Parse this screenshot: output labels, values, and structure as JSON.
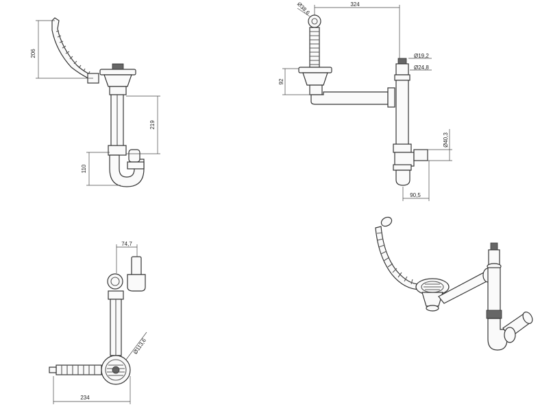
{
  "front_view": {
    "dim_hose_height": "206",
    "dim_pipe_length": "219",
    "dim_trap_height": "110"
  },
  "side_view": {
    "dim_horizontal": "324",
    "dim_hose_diameter": "Ø38,6",
    "dim_overflow_inner": "Ø19,2",
    "dim_overflow_outer": "Ø24,8",
    "dim_basket_height": "92",
    "dim_outlet_diameter": "Ø40,3",
    "dim_outlet_offset": "90,5"
  },
  "top_view": {
    "dim_offset": "74,7",
    "dim_basket_diameter": "Ø113,6",
    "dim_length": "234"
  },
  "iso_view": {}
}
